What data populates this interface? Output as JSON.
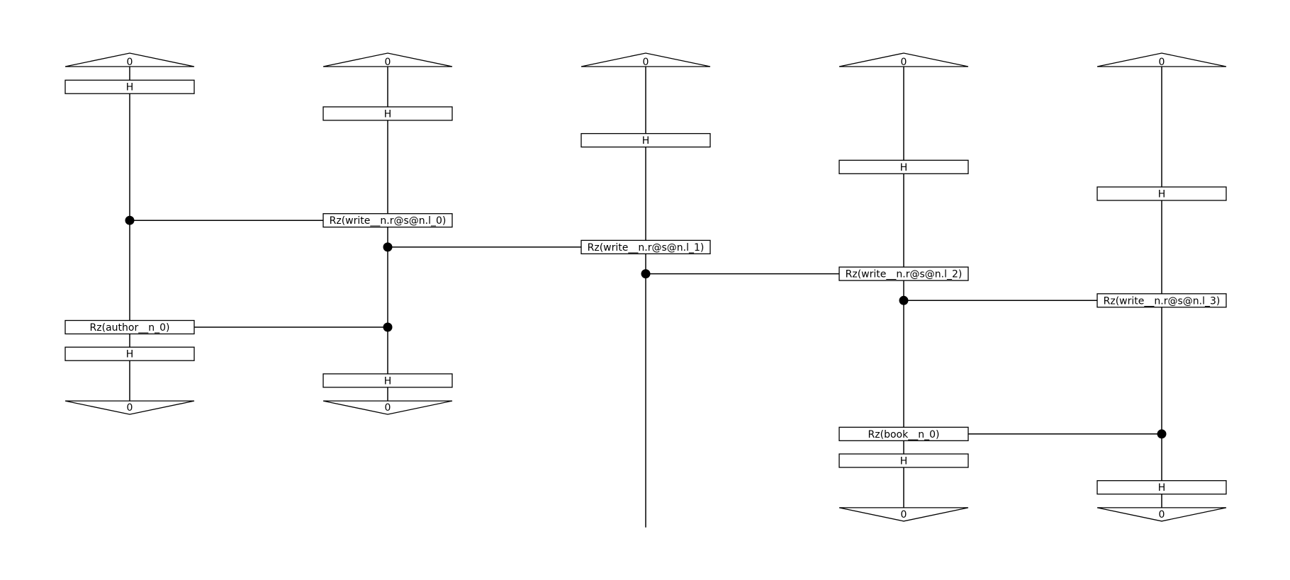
{
  "wires": [
    {
      "id": "q0",
      "input_label": "0",
      "output_label": "0",
      "has_output": true
    },
    {
      "id": "q1",
      "input_label": "0",
      "output_label": "0",
      "has_output": true
    },
    {
      "id": "q2",
      "input_label": "0",
      "output_label": "",
      "has_output": false
    },
    {
      "id": "q3",
      "input_label": "0",
      "output_label": "0",
      "has_output": true
    },
    {
      "id": "q4",
      "input_label": "0",
      "output_label": "0",
      "has_output": true
    }
  ],
  "gates": [
    {
      "id": "h-q0-a",
      "wire": 0,
      "step": 1,
      "label": "H"
    },
    {
      "id": "h-q1-a",
      "wire": 1,
      "step": 2,
      "label": "H"
    },
    {
      "id": "h-q2-a",
      "wire": 2,
      "step": 3,
      "label": "H"
    },
    {
      "id": "h-q3-a",
      "wire": 3,
      "step": 4,
      "label": "H"
    },
    {
      "id": "h-q4-a",
      "wire": 4,
      "step": 5,
      "label": "H"
    },
    {
      "id": "rz-write-0",
      "wire": 1,
      "step": 6,
      "label": "Rz(write__n.r@s@n.l_0)",
      "control": 0
    },
    {
      "id": "rz-write-1",
      "wire": 2,
      "step": 7,
      "label": "Rz(write__n.r@s@n.l_1)",
      "control": 1
    },
    {
      "id": "rz-write-2",
      "wire": 3,
      "step": 8,
      "label": "Rz(write__n.r@s@n.l_2)",
      "control": 2
    },
    {
      "id": "rz-write-3",
      "wire": 4,
      "step": 9,
      "label": "Rz(write__n.r@s@n.l_3)",
      "control": 3
    },
    {
      "id": "rz-author",
      "wire": 0,
      "step": 10,
      "label": "Rz(author__n_0)",
      "control": 1
    },
    {
      "id": "h-q0-b",
      "wire": 0,
      "step": 11,
      "label": "H"
    },
    {
      "id": "h-q1-b",
      "wire": 1,
      "step": 12,
      "label": "H"
    },
    {
      "id": "rz-book",
      "wire": 3,
      "step": 14,
      "label": "Rz(book__n_0)",
      "control": 4
    },
    {
      "id": "h-q3-b",
      "wire": 3,
      "step": 15,
      "label": "H"
    },
    {
      "id": "h-q4-b",
      "wire": 4,
      "step": 16,
      "label": "H"
    }
  ],
  "outputs_step": {
    "q0": 13,
    "q1": 13,
    "q3": 17,
    "q4": 17
  }
}
